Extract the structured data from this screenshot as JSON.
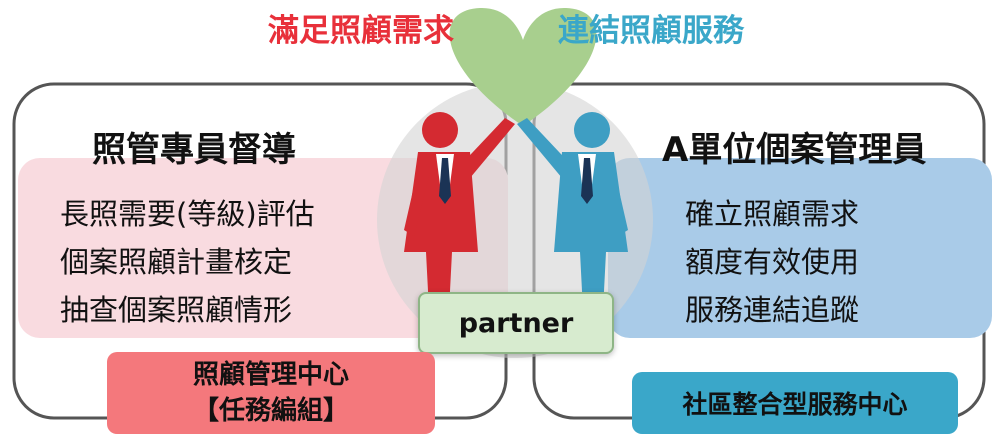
{
  "header": {
    "left_slogan": "滿足照顧需求",
    "right_slogan": "連結照顧服務"
  },
  "left_panel": {
    "role": "照管專員督導",
    "tasks": [
      "長照需要(等級)評估",
      "個案照顧計畫核定",
      "抽查個案照顧情形"
    ],
    "org_line1": "照顧管理中心",
    "org_line2": "【任務編組】"
  },
  "right_panel": {
    "role": "A單位個案管理員",
    "tasks": [
      "確立照顧需求",
      "額度有效使用",
      "服務連結追蹤"
    ],
    "org": "社區整合型服務中心"
  },
  "center": {
    "badge": "partner"
  },
  "colors": {
    "left_accent": "#e8303a",
    "right_accent": "#3aa7c9",
    "heart": "#a8cf8e",
    "left_panel_fill": "#f9dbe0",
    "right_panel_fill": "#a9cbe8"
  },
  "icons": {
    "heart": "heart-icon",
    "left_figure": "businessman-red-icon",
    "right_figure": "businessman-blue-icon"
  }
}
